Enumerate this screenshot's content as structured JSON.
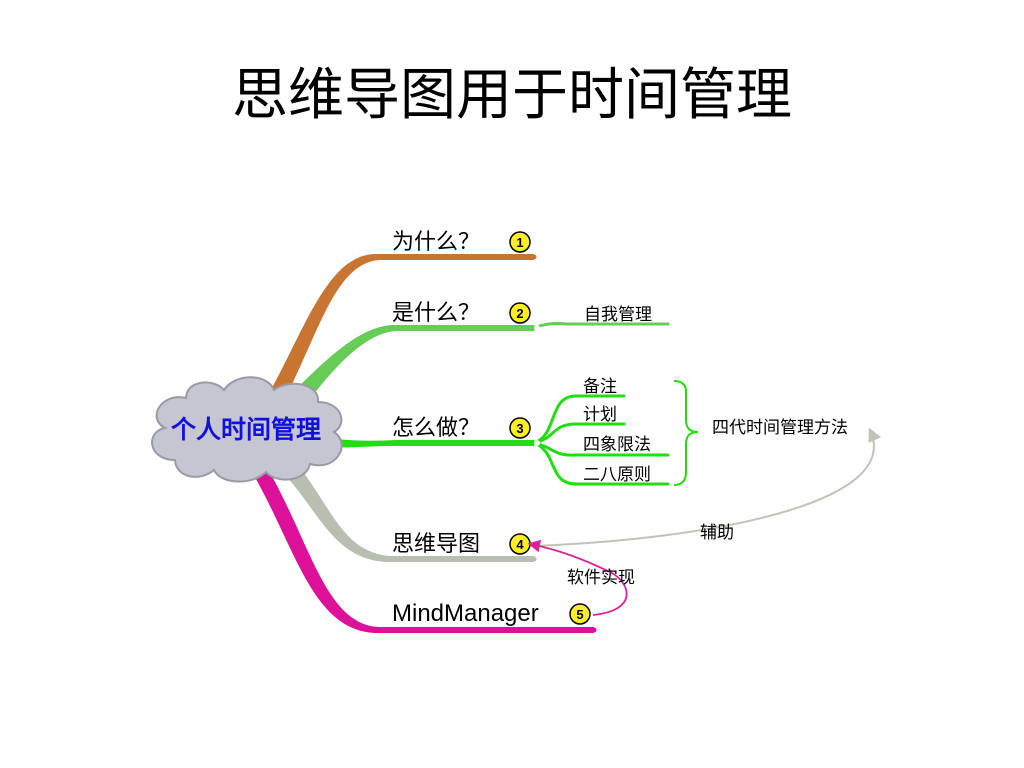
{
  "slide": {
    "title": "思维导图用于时间管理"
  },
  "mindmap": {
    "root": {
      "label": "个人时间管理"
    },
    "branches": [
      {
        "label": "为什么？",
        "number": "1",
        "color": "#c87532"
      },
      {
        "label": "是什么？",
        "number": "2",
        "color": "#66cc55",
        "child": "自我管理"
      },
      {
        "label": "怎么做？",
        "number": "3",
        "color": "#22dd11",
        "children": [
          "备注",
          "计划",
          "四象限法",
          "二八原则"
        ],
        "group_label": "四代时间管理方法"
      },
      {
        "label": "思维导图",
        "number": "4",
        "color": "#b8bfb0"
      },
      {
        "label": "MindManager",
        "number": "5",
        "color": "#dd1199"
      }
    ],
    "relations": [
      {
        "label": "辅助",
        "color": "#c0c4b8"
      },
      {
        "label": "软件实现",
        "color": "#dd2299"
      }
    ]
  },
  "colors": {
    "cloud_fill": "#c6c6d2",
    "cloud_stroke": "#9a9aa6",
    "root_text": "#1111dd",
    "badge_fill": "#ffee22"
  }
}
